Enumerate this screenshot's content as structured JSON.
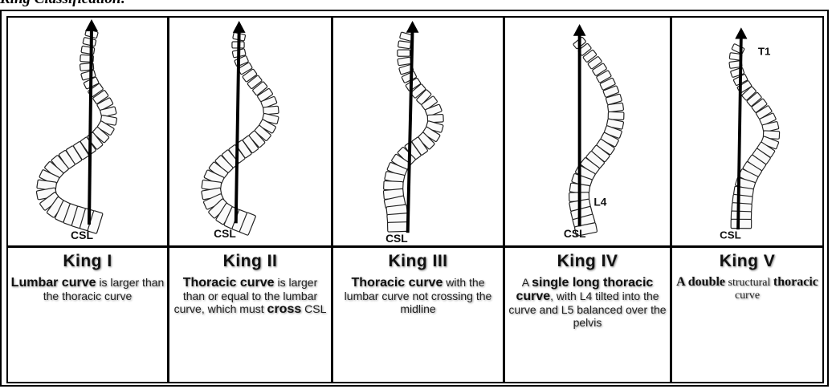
{
  "doc_title": "King Classification:",
  "columns": [
    {
      "title": "King I",
      "csl_label": "CSL",
      "desc_parts": [
        {
          "t": "Lumbar curve",
          "b": true
        },
        {
          "t": " is larger than the thoracic curve",
          "b": false
        }
      ]
    },
    {
      "title": "King II",
      "csl_label": "CSL",
      "desc_parts": [
        {
          "t": "Thoracic curve",
          "b": true
        },
        {
          "t": " is larger than or equal to the lumbar curve, which must ",
          "b": false
        },
        {
          "t": "cross",
          "b": true
        },
        {
          "t": " CSL",
          "b": false
        }
      ]
    },
    {
      "title": "King III",
      "csl_label": "CSL",
      "desc_parts": [
        {
          "t": "Thoracic curve",
          "b": true
        },
        {
          "t": " with the lumbar curve not crossing the midline",
          "b": false
        }
      ]
    },
    {
      "title": "King IV",
      "csl_label": "CSL",
      "extra_label": "L4",
      "desc_parts": [
        {
          "t": "A ",
          "b": false
        },
        {
          "t": "single long thoracic curve",
          "b": true
        },
        {
          "t": ", with L4 tilted into the curve and L5 balanced over the pelvis",
          "b": false
        }
      ]
    },
    {
      "title": "King V",
      "csl_label": "CSL",
      "extra_label": "T1",
      "desc_parts": [
        {
          "t": "A double",
          "b": true
        },
        {
          "t": " structural ",
          "b": false
        },
        {
          "t": "thoracic",
          "b": true
        },
        {
          "t": " curve",
          "b": false
        }
      ]
    }
  ]
}
